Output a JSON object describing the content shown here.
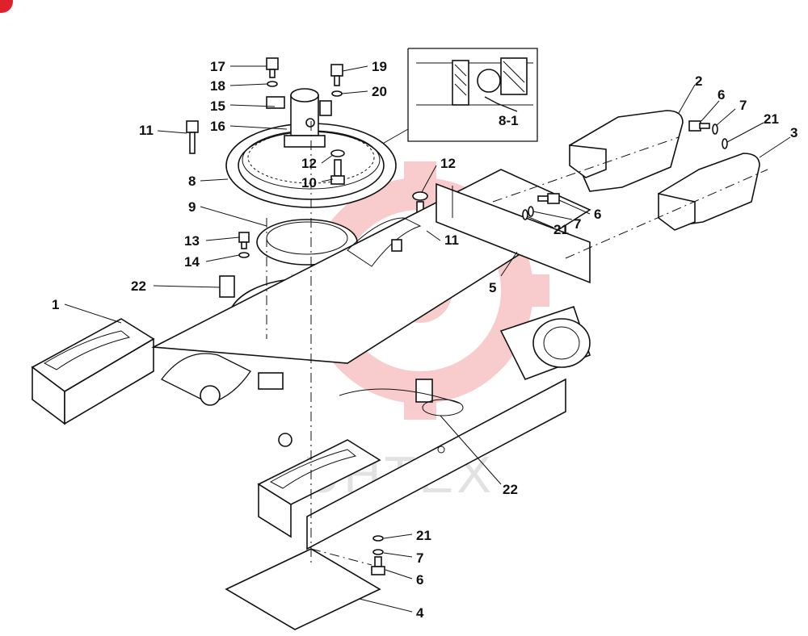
{
  "watermark": "UHTEX",
  "inset_label": "8-1",
  "callouts": [
    {
      "id": "c17",
      "text": "17"
    },
    {
      "id": "c18",
      "text": "18"
    },
    {
      "id": "c15",
      "text": "15"
    },
    {
      "id": "c16",
      "text": "16"
    },
    {
      "id": "c11a",
      "text": "11"
    },
    {
      "id": "c19",
      "text": "19"
    },
    {
      "id": "c20",
      "text": "20"
    },
    {
      "id": "c8",
      "text": "8"
    },
    {
      "id": "c12a",
      "text": "12"
    },
    {
      "id": "c10",
      "text": "10"
    },
    {
      "id": "c12b",
      "text": "12"
    },
    {
      "id": "c11b",
      "text": "11"
    },
    {
      "id": "c9",
      "text": "9"
    },
    {
      "id": "c13",
      "text": "13"
    },
    {
      "id": "c14",
      "text": "14"
    },
    {
      "id": "c22a",
      "text": "22"
    },
    {
      "id": "c1",
      "text": "1"
    },
    {
      "id": "c2",
      "text": "2"
    },
    {
      "id": "c6a",
      "text": "6"
    },
    {
      "id": "c7a",
      "text": "7"
    },
    {
      "id": "c21a",
      "text": "21"
    },
    {
      "id": "c3",
      "text": "3"
    },
    {
      "id": "c6b",
      "text": "6"
    },
    {
      "id": "c7b",
      "text": "7"
    },
    {
      "id": "c21b",
      "text": "21"
    },
    {
      "id": "c5",
      "text": "5"
    },
    {
      "id": "c22b",
      "text": "22"
    },
    {
      "id": "c21c",
      "text": "21"
    },
    {
      "id": "c7c",
      "text": "7"
    },
    {
      "id": "c6c",
      "text": "6"
    },
    {
      "id": "c4",
      "text": "4"
    }
  ]
}
